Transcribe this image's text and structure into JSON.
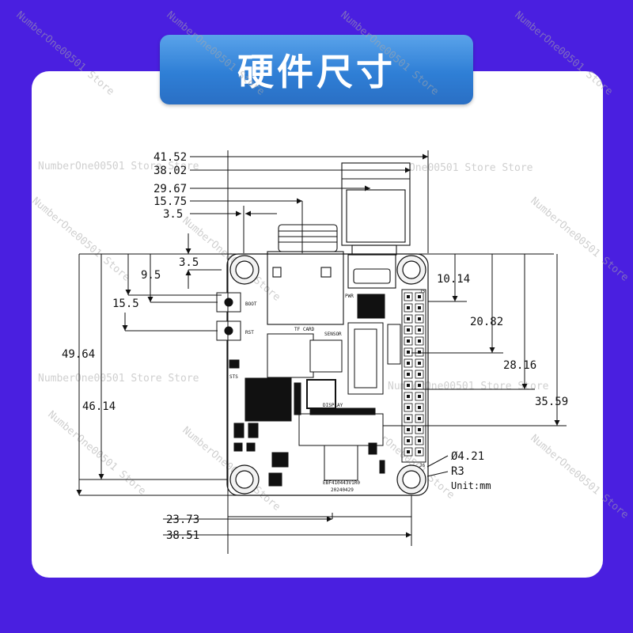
{
  "title": "硬件尺寸",
  "watermark": "NumberOne00501 Store",
  "watermark_repeat": "NumberOne00501 Store Store",
  "dimensions_top": [
    "41.52",
    "38.02",
    "29.67",
    "15.75",
    "3.5"
  ],
  "dimensions_left": [
    "3.5",
    "9.5",
    "15.5",
    "49.64",
    "46.14"
  ],
  "dimensions_right": [
    "10.14",
    "20.82",
    "28.16",
    "35.59"
  ],
  "dimensions_bottom": [
    "23.73",
    "38.51"
  ],
  "hole_diameter": "Ø4.21",
  "corner_radius": "R3",
  "unit": "Unit:mm",
  "board_labels": {
    "boot": "BOOT",
    "rst": "RST",
    "sts": "STS",
    "pwr": "PWR",
    "tf_card": "TF CARD",
    "sensor": "SENSOR",
    "display": "DISPLAY",
    "j5": "J5",
    "j6": "J6",
    "model": "EBF410443V1R0",
    "date": "20240429"
  },
  "colors": {
    "background": "#4a1fe0",
    "banner": "#2f7fd6",
    "panel": "#ffffff",
    "line": "#111111"
  }
}
